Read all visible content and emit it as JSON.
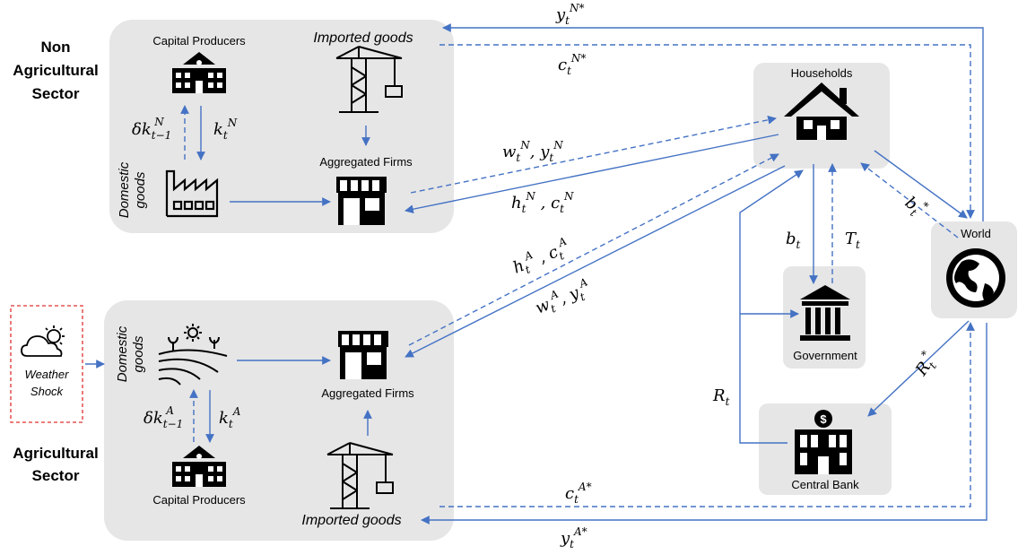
{
  "sectors": {
    "non_agricultural": [
      "Non",
      "Agricultural",
      "Sector"
    ],
    "agricultural": [
      "Agricultural",
      "Sector"
    ]
  },
  "nodes": {
    "capital_producers": "Capital Producers",
    "imported_goods": "Imported goods",
    "aggregated_firms": "Aggregated Firms",
    "domestic_goods": [
      "Domestic",
      "goods"
    ],
    "households": "Households",
    "government": "Government",
    "central_bank": "Central Bank",
    "world": "World",
    "weather_shock": [
      "Weather",
      "Shock"
    ]
  },
  "flows": {
    "yN_star": "y_t^{N*}",
    "cN_star": "c_t^{N*}",
    "wN_yN": "w_t^N, y_t^N",
    "hN_cN": "h_t^N, c_t^N",
    "hA_cA": "h_t^A, c_t^A",
    "wA_yA": "w_t^A, y_t^A",
    "b": "b_t",
    "T": "T_t",
    "b_star": "b_t^*",
    "R": "R_t",
    "R_star": "R_t^*",
    "delta_kN": "δk_{t−1}^N",
    "kN": "k_t^N",
    "delta_kA": "δk_{t−1}^A",
    "kA": "k_t^A",
    "cA_star": "c_t^{A*}",
    "yA_star": "y_t^{A*}"
  },
  "colors": {
    "arrow": "#4472c4",
    "panel": "#e6e6e6",
    "shock_border": "#e03030"
  }
}
